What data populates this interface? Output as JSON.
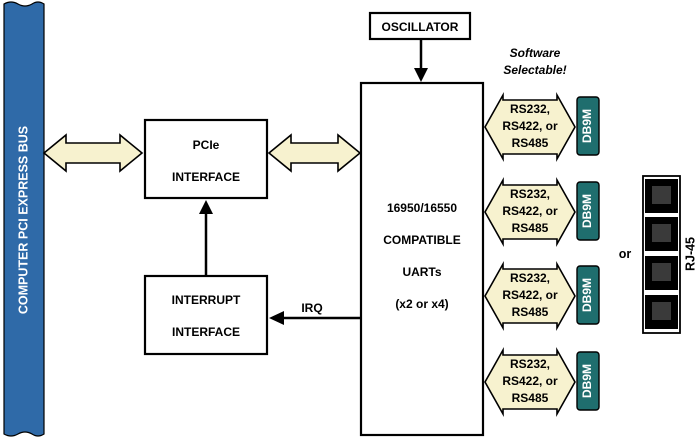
{
  "bus": {
    "label": "COMPUTER  PCI EXPRESS  BUS"
  },
  "pcie": {
    "line1": "PCIe",
    "line2": "INTERFACE"
  },
  "interrupt": {
    "line1": "INTERRUPT",
    "line2": "INTERFACE"
  },
  "oscillator": {
    "label": "OSCILLATOR"
  },
  "uart": {
    "line1": "16950/16550",
    "line2": "COMPATIBLE",
    "line3": "UARTs",
    "line4": "(x2 or x4)"
  },
  "irq": {
    "label": "IRQ"
  },
  "software": {
    "line1": "Software",
    "line2": "Selectable!"
  },
  "ports": [
    {
      "line1": "RS232,",
      "line2": "RS422, or",
      "line3": "RS485",
      "connector": "DB9M"
    },
    {
      "line1": "RS232,",
      "line2": "RS422, or",
      "line3": "RS485",
      "connector": "DB9M"
    },
    {
      "line1": "RS232,",
      "line2": "RS422, or",
      "line3": "RS485",
      "connector": "DB9M"
    },
    {
      "line1": "RS232,",
      "line2": "RS422, or",
      "line3": "RS485",
      "connector": "DB9M"
    }
  ],
  "or_label": "or",
  "rj45": {
    "label": "RJ-45",
    "jack_count": 4
  },
  "colors": {
    "bus_fill": "#2f6aa8",
    "arrow_fill": "#f7f2cf",
    "connector_fill": "#1f6e6e",
    "text": "#000000",
    "white": "#ffffff"
  }
}
